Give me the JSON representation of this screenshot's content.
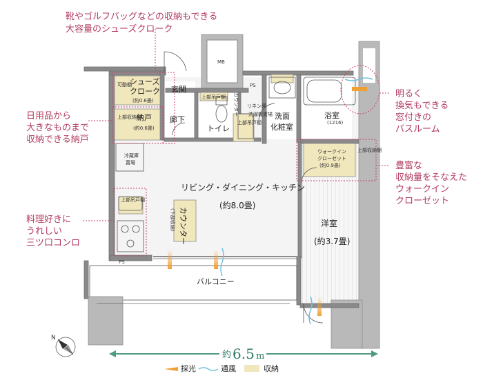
{
  "callouts": {
    "shoes_1": "靴やゴルフバッグなどの収納もできる",
    "shoes_2": "大容量のシューズクローク",
    "daily_1": "日用品から",
    "daily_2": "大きなものまで",
    "daily_3": "収納できる納戸",
    "cook_1": "料理好きに",
    "cook_2": "うれしい",
    "cook_3": "三ツ口コンロ",
    "bath_1": "明るく",
    "bath_2": "換気もできる",
    "bath_3": "窓付きの",
    "bath_4": "バスルーム",
    "wic_1": "豊富な",
    "wic_2": "収納量をそなえた",
    "wic_3": "ウォークイン",
    "wic_4": "クローゼット"
  },
  "rooms": {
    "mb": "MB",
    "ps": "PS",
    "ps2": "PS",
    "entrance": "玄関",
    "hallway": "廊下",
    "toilet": "トイレ",
    "counter_small": "カウンター",
    "linen": "リネン庫",
    "washroom_1": "洗面",
    "washroom_2": "化粧室",
    "bathroom": "浴室",
    "bath_size": "(1216)",
    "shoes_1": "シューズ",
    "shoes_2": "クローク",
    "shoes_3": "(約0.6畳)",
    "movable_shelf": "可動棚",
    "closet_1": "納戸",
    "closet_2": "(約0.6畳)",
    "upper_shelf": "上部吊戸棚",
    "upper_shelf_2": "上部吊戸棚",
    "upper_shelf_3": "上部吊戸棚",
    "upper_open_shelf": "上部収納棚",
    "upper_open_shelf_2": "上部収納棚",
    "fridge_1": "冷蔵庫",
    "fridge_2": "置場",
    "washer_1": "洗濯機置場",
    "ldk": "リビング・ダイニング・キッチン",
    "ldk_size": "(約8.0畳)",
    "counter_1": "カウンター",
    "counter_2": "(下部収納)",
    "western": "洋室",
    "western_size": "(約3.7畳)",
    "wic_1": "ウォークイン",
    "wic_2": "クローゼット",
    "wic_3": "(約0.9畳)",
    "balcony": "バルコニー"
  },
  "dimension": {
    "prefix": "約",
    "value": "6.5",
    "unit": "m"
  },
  "compass": {
    "label": "N"
  },
  "legend": {
    "light": "採光",
    "wind": "通風",
    "storage": "収納"
  },
  "colors": {
    "accent_pink": "#c8416a",
    "dimension_green": "#4f9a82",
    "storage_fill": "#f1e7bd",
    "wall": "#8a8a8a"
  }
}
